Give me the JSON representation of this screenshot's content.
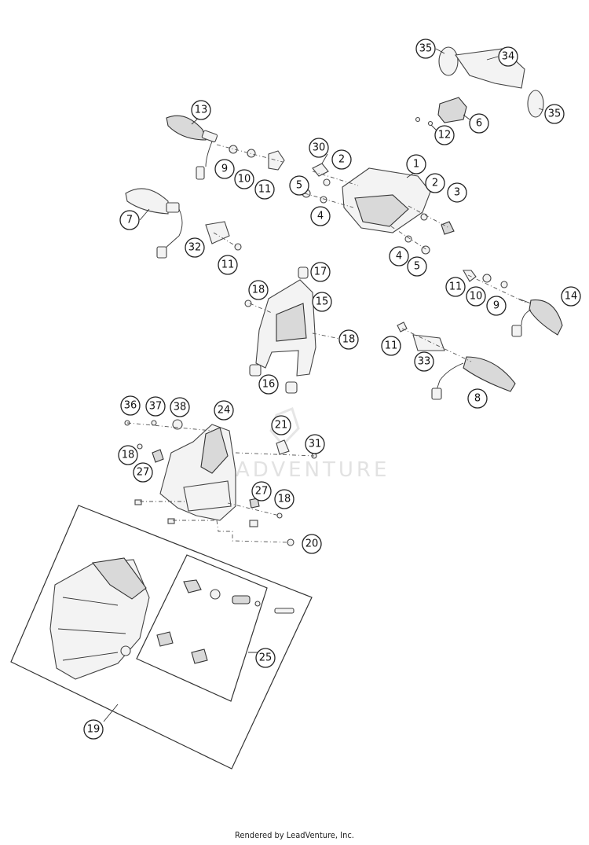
{
  "diagram": {
    "callouts": [
      "35",
      "34",
      "13",
      "6",
      "35",
      "12",
      "30",
      "2",
      "1",
      "9",
      "10",
      "11",
      "5",
      "4",
      "2",
      "3",
      "7",
      "32",
      "11",
      "4",
      "5",
      "17",
      "18",
      "15",
      "11",
      "10",
      "9",
      "14",
      "18",
      "11",
      "33",
      "16",
      "8",
      "36",
      "37",
      "38",
      "24",
      "21",
      "18",
      "31",
      "27",
      "27",
      "18",
      "20",
      "25",
      "19"
    ]
  },
  "watermark": {
    "text": "ADVENTURE"
  },
  "footer": {
    "text": "Rendered by LeadVenture, Inc."
  }
}
